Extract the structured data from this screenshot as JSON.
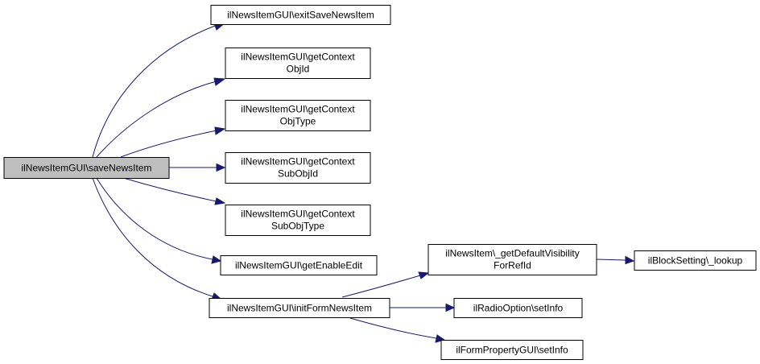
{
  "nodes": {
    "save_news_item": [
      "ilNewsItemGUI\\saveNewsItem"
    ],
    "exit_save_news_item": [
      "ilNewsItemGUI\\exitSaveNewsItem"
    ],
    "get_context_obj_id": [
      "ilNewsItemGUI\\getContext",
      "ObjId"
    ],
    "get_context_obj_type": [
      "ilNewsItemGUI\\getContext",
      "ObjType"
    ],
    "get_context_sub_obj_id": [
      "ilNewsItemGUI\\getContext",
      "SubObjId"
    ],
    "get_context_sub_obj_type": [
      "ilNewsItemGUI\\getContext",
      "SubObjType"
    ],
    "get_enable_edit": [
      "ilNewsItemGUI\\getEnableEdit"
    ],
    "init_form_news_item": [
      "ilNewsItemGUI\\initFormNewsItem"
    ],
    "get_default_visibility": [
      "ilNewsItem\\_getDefaultVisibility",
      "ForRefId"
    ],
    "block_setting_lookup": [
      "ilBlockSetting\\_lookup"
    ],
    "radio_option_set_info": [
      "ilRadioOption\\setInfo"
    ],
    "form_property_set_info": [
      "ilFormPropertyGUI\\setInfo"
    ]
  },
  "edges": [
    [
      "save_news_item",
      "exit_save_news_item"
    ],
    [
      "save_news_item",
      "get_context_obj_id"
    ],
    [
      "save_news_item",
      "get_context_obj_type"
    ],
    [
      "save_news_item",
      "get_context_sub_obj_id"
    ],
    [
      "save_news_item",
      "get_context_sub_obj_type"
    ],
    [
      "save_news_item",
      "get_enable_edit"
    ],
    [
      "save_news_item",
      "init_form_news_item"
    ],
    [
      "init_form_news_item",
      "get_default_visibility"
    ],
    [
      "init_form_news_item",
      "radio_option_set_info"
    ],
    [
      "init_form_news_item",
      "form_property_set_info"
    ],
    [
      "get_default_visibility",
      "block_setting_lookup"
    ]
  ],
  "colors": {
    "root_fill": "#bfbfbf",
    "node_fill": "#ffffff",
    "node_stroke": "#000000",
    "edge": "#191970"
  }
}
